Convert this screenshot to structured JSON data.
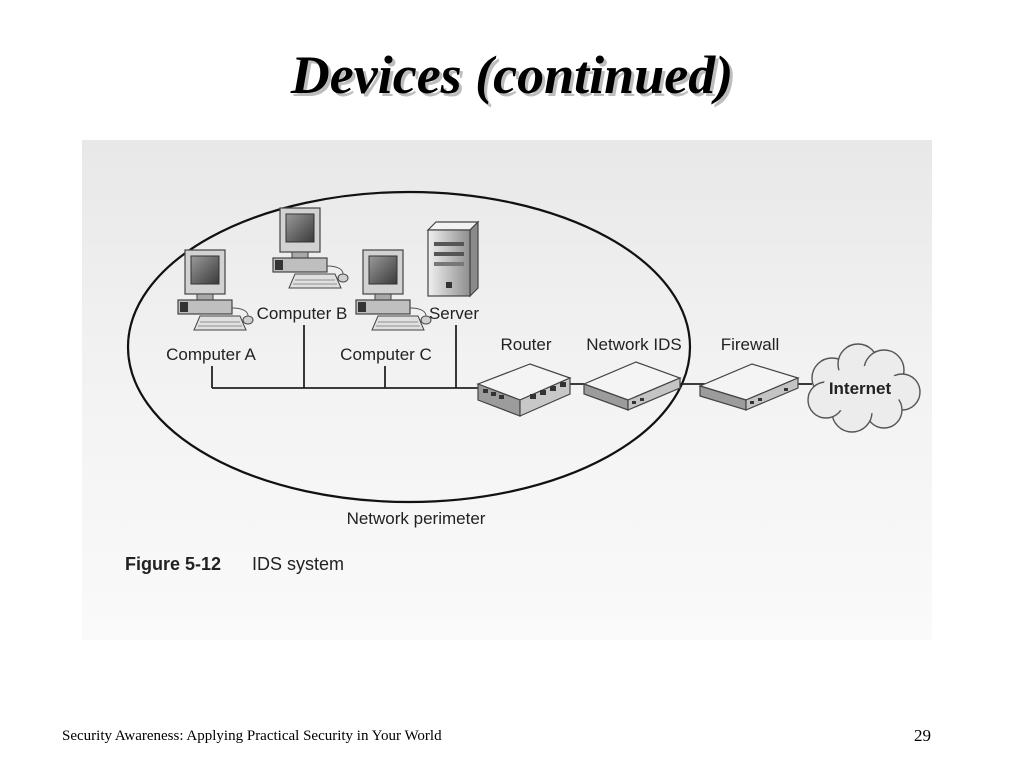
{
  "slide": {
    "title": "Devices (continued)",
    "footer": "Security Awareness: Applying Practical Security in Your World",
    "page_number": "29"
  },
  "diagram": {
    "nodes": {
      "computer_a": "Computer A",
      "computer_b": "Computer B",
      "computer_c": "Computer C",
      "server": "Server",
      "router": "Router",
      "network_ids": "Network IDS",
      "firewall": "Firewall",
      "internet": "Internet"
    },
    "perimeter_label": "Network perimeter",
    "figure_number": "Figure 5-12",
    "figure_caption": "IDS system"
  }
}
